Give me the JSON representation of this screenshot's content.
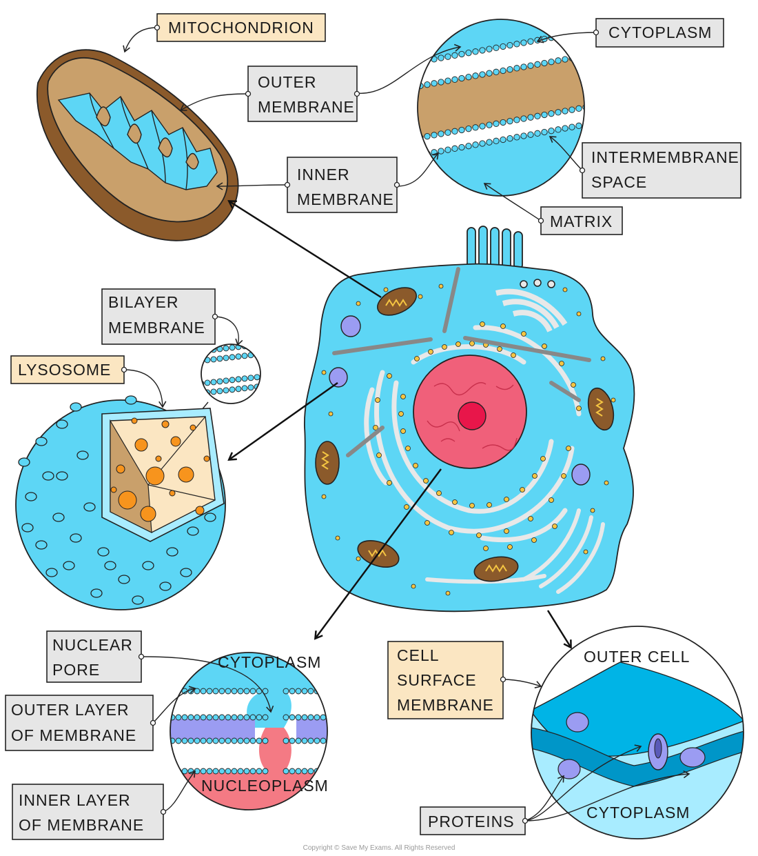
{
  "labels": {
    "mitochondrion": "MITOCHONDRION",
    "outer_membrane_1": "OUTER",
    "outer_membrane_2": "MEMBRANE",
    "inner_membrane_1": "INNER",
    "inner_membrane_2": "MEMBRANE",
    "cytoplasm_top": "CYTOPLASM",
    "intermembrane_1": "INTERMEMBRANE",
    "intermembrane_2": "SPACE",
    "matrix": "MATRIX",
    "bilayer_1": "BILAYER",
    "bilayer_2": "MEMBRANE",
    "lysosome": "LYSOSOME",
    "nuclear_pore_1": "NUCLEAR",
    "nuclear_pore_2": "PORE",
    "outer_layer_1": "OUTER  LAYER",
    "outer_layer_2": "OF  MEMBRANE",
    "inner_layer_1": "INNER  LAYER",
    "inner_layer_2": "OF  MEMBRANE",
    "cytoplasm_nucleus": "CYTOPLASM",
    "nucleoplasm": "NUCLEOPLASM",
    "cell_surface_1": "CELL",
    "cell_surface_2": "SURFACE",
    "cell_surface_3": "MEMBRANE",
    "outer_cell": "OUTER CELL",
    "cytoplasm_bottom": "CYTOPLASM",
    "proteins": "PROTEINS"
  },
  "copyright": "Copyright © Save My Exams. All Rights Reserved",
  "colors": {
    "cytoplasm_blue": "#5dd6f5",
    "membrane_brown": "#8b5a2b",
    "intermembrane_tan": "#c9a06b",
    "lysosome_cream": "#fbe6c2",
    "enzyme_orange": "#f7941d",
    "nucleus_pink": "#f0607a",
    "nucleoplasm_red": "#f47a84",
    "vesicle_purple": "#9b9cf2",
    "label_grey": "#e6e6e6",
    "label_beige": "#fbe6c2"
  }
}
